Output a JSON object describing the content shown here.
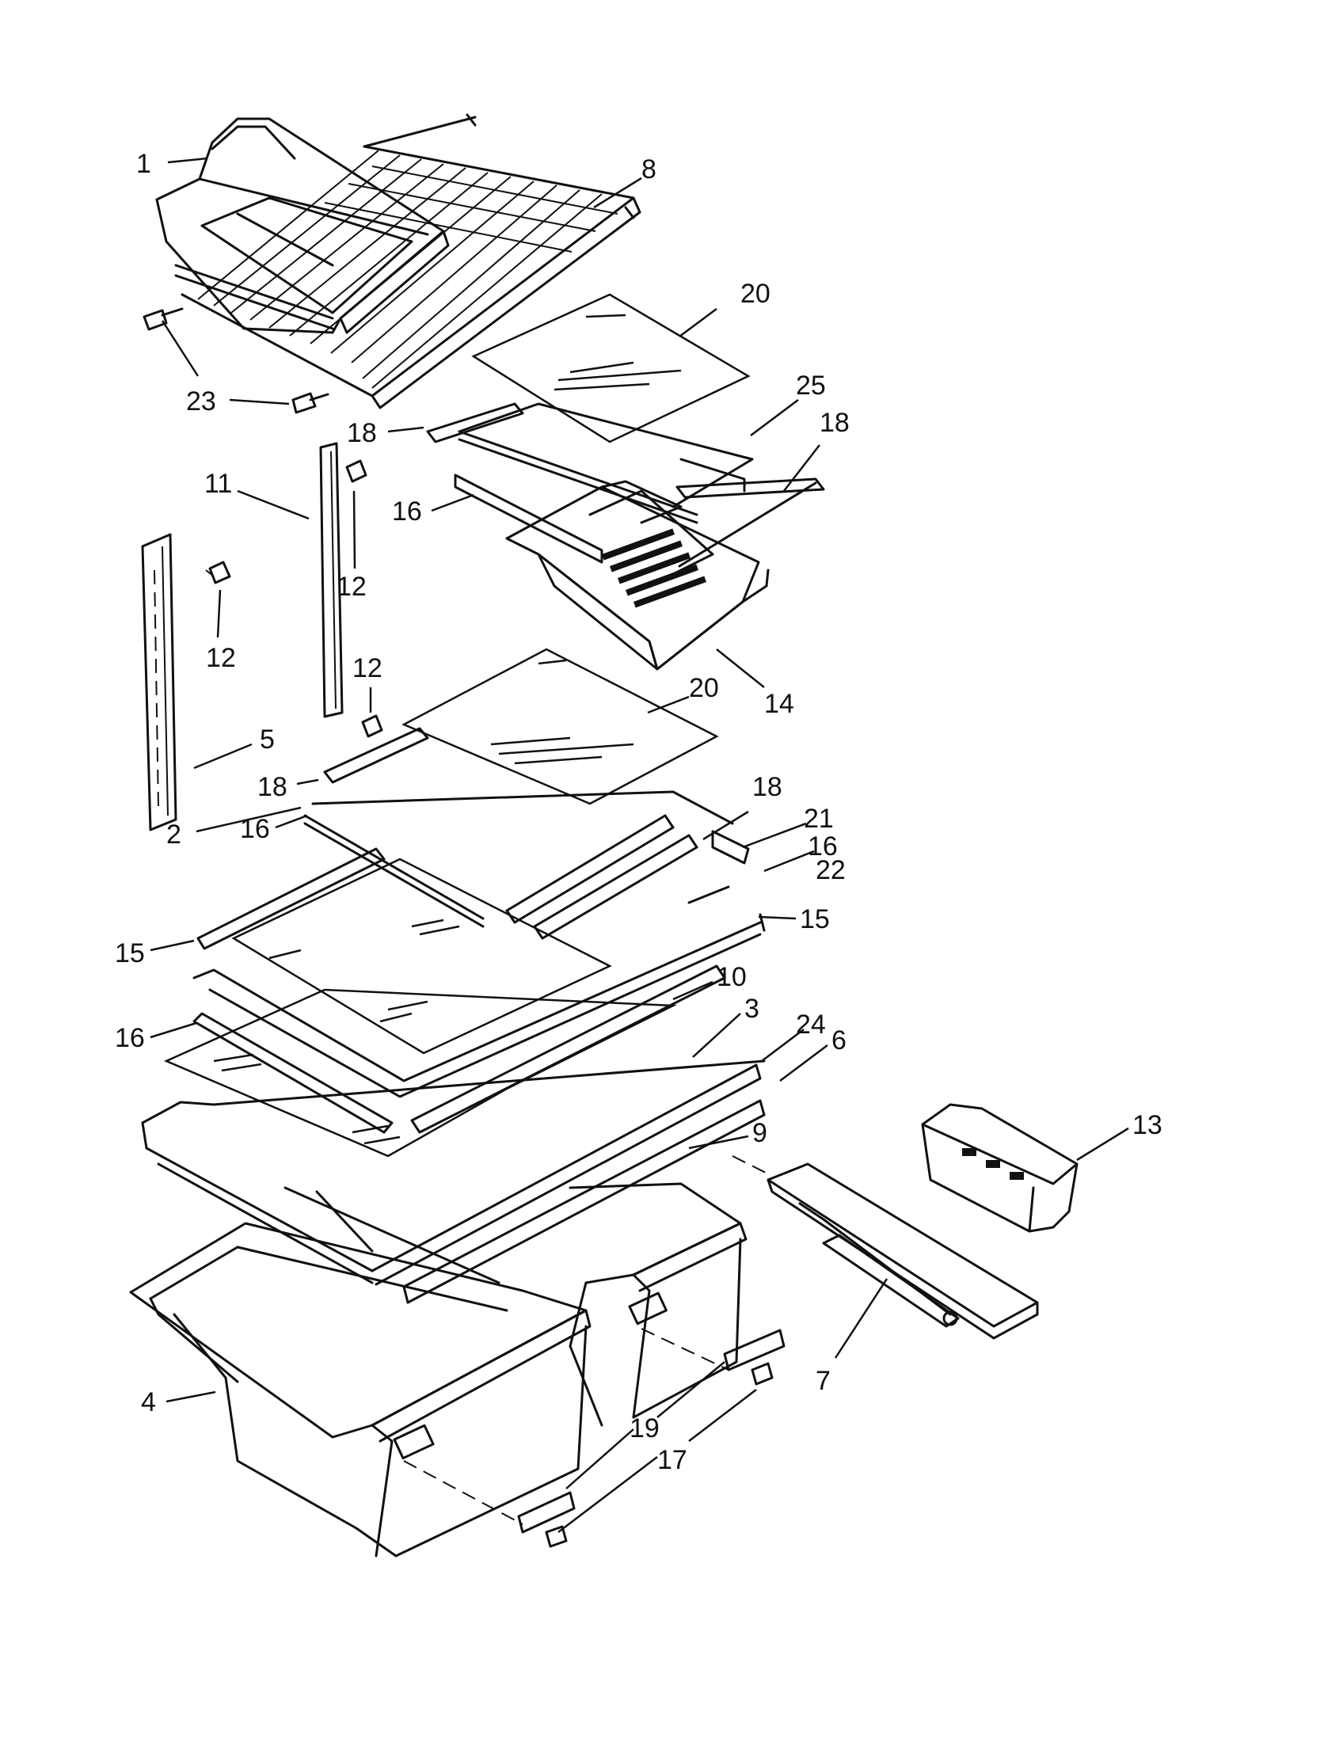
{
  "callouts": [
    {
      "n": "1"
    },
    {
      "n": "8"
    },
    {
      "n": "20"
    },
    {
      "n": "23"
    },
    {
      "n": "25"
    },
    {
      "n": "18"
    },
    {
      "n": "18"
    },
    {
      "n": "11"
    },
    {
      "n": "16"
    },
    {
      "n": "12"
    },
    {
      "n": "12"
    },
    {
      "n": "12"
    },
    {
      "n": "14"
    },
    {
      "n": "20"
    },
    {
      "n": "5"
    },
    {
      "n": "18"
    },
    {
      "n": "18"
    },
    {
      "n": "2"
    },
    {
      "n": "21"
    },
    {
      "n": "16"
    },
    {
      "n": "16"
    },
    {
      "n": "22"
    },
    {
      "n": "15"
    },
    {
      "n": "15"
    },
    {
      "n": "10"
    },
    {
      "n": "3"
    },
    {
      "n": "24"
    },
    {
      "n": "6"
    },
    {
      "n": "16"
    },
    {
      "n": "13"
    },
    {
      "n": "9"
    },
    {
      "n": "7"
    },
    {
      "n": "4"
    },
    {
      "n": "19"
    },
    {
      "n": "17"
    }
  ]
}
